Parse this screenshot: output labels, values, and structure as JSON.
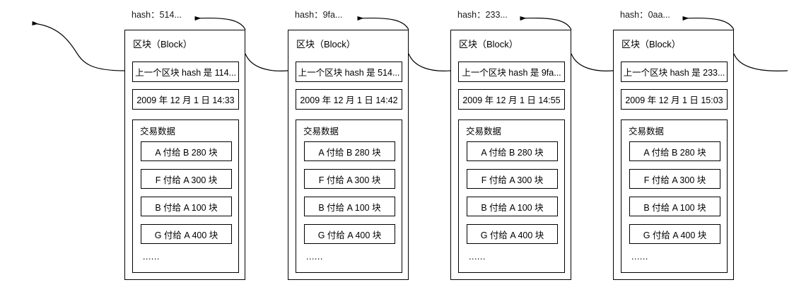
{
  "diagram": {
    "title": "blockchain-chain-diagram",
    "block_label": "区块（Block）",
    "tx_section_label": "交易数据",
    "tx_ellipsis": "......",
    "line_color": "#000000",
    "background_color": "#ffffff",
    "blocks": [
      {
        "hash_label": "hash：514...",
        "prev_hash": "上一个区块 hash 是 114...",
        "timestamp": "2009 年 12 月 1 日 14:33",
        "transactions": [
          "A 付给 B 280 块",
          "F 付给 A 300 块",
          "B 付给 A 100 块",
          "G 付给 A 400 块"
        ]
      },
      {
        "hash_label": "hash：9fa...",
        "prev_hash": "上一个区块 hash 是 514...",
        "timestamp": "2009 年 12 月 1 日 14:42",
        "transactions": [
          "A 付给 B 280 块",
          "F 付给 A 300 块",
          "B 付给 A 100 块",
          "G 付给 A 400 块"
        ]
      },
      {
        "hash_label": "hash：233...",
        "prev_hash": "上一个区块 hash 是 9fa...",
        "timestamp": "2009 年 12 月 1 日 14:55",
        "transactions": [
          "A 付给 B 280 块",
          "F 付给 A 300 块",
          "B 付给 A 100 块",
          "G 付给 A 400 块"
        ]
      },
      {
        "hash_label": "hash：0aa...",
        "prev_hash": "上一个区块 hash 是 233...",
        "timestamp": "2009 年 12 月 1 日 15:03",
        "transactions": [
          "A 付给 B 280 块",
          "F 付给 A 300 块",
          "B 付给 A 100 块",
          "G 付给 A 400 块"
        ]
      }
    ]
  }
}
